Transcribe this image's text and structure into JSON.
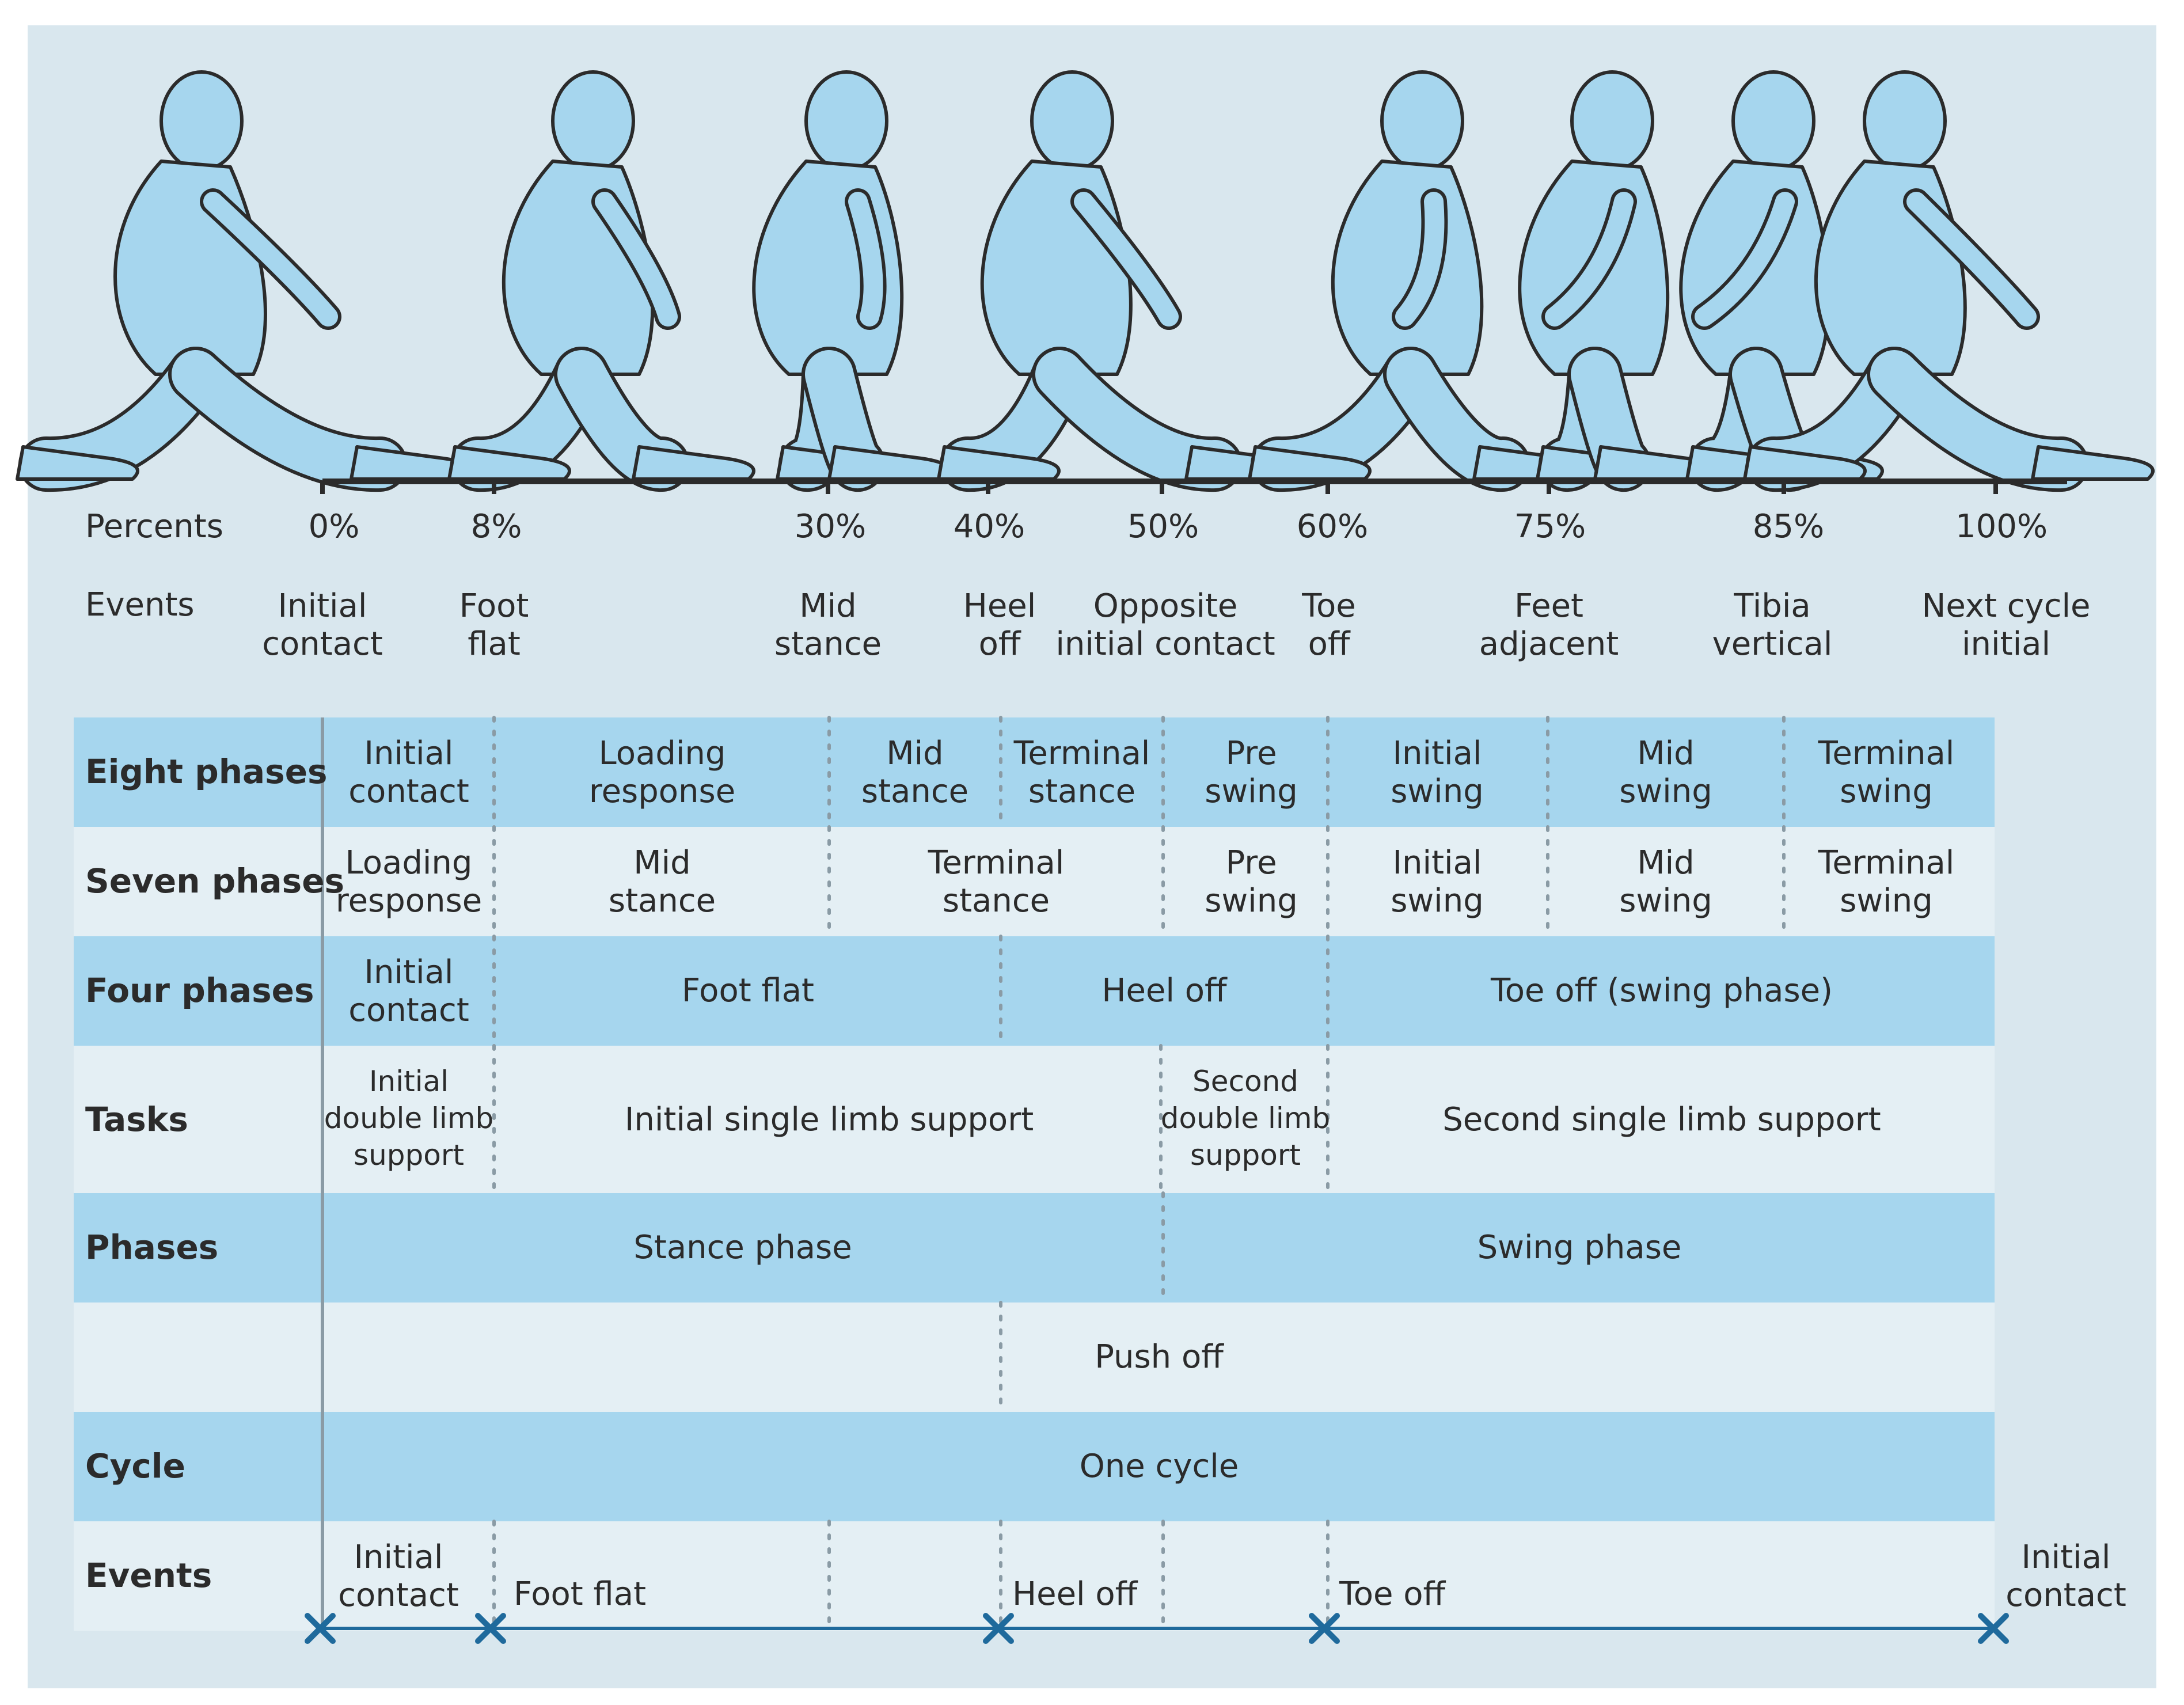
{
  "colors": {
    "background": "#d9e7ee",
    "row_dark": "#a6d6ee",
    "row_light": "#e4eff4",
    "figure_fill": "#a6d6ee",
    "figure_outline": "#2b2b2b",
    "timeline": "#1f6a9c"
  },
  "top": {
    "percents_label": "Percents",
    "events_label": "Events",
    "percents": [
      "0%",
      "8%",
      "30%",
      "40%",
      "50%",
      "60%",
      "75%",
      "85%",
      "100%"
    ],
    "events": [
      {
        "l1": "Initial",
        "l2": "contact"
      },
      {
        "l1": "Foot",
        "l2": "flat"
      },
      {
        "l1": "Mid",
        "l2": "stance"
      },
      {
        "l1": "Heel",
        "l2": "off"
      },
      {
        "l1": "Opposite",
        "l2": "initial contact"
      },
      {
        "l1": "Toe",
        "l2": "off"
      },
      {
        "l1": "Feet",
        "l2": "adjacent"
      },
      {
        "l1": "Tibia",
        "l2": "vertical"
      },
      {
        "l1": "Next cycle",
        "l2": "initial"
      }
    ]
  },
  "rows": {
    "eight": {
      "header": "Eight phases",
      "cells": [
        {
          "l1": "Initial",
          "l2": "contact"
        },
        {
          "l1": "Loading",
          "l2": "response"
        },
        {
          "l1": "Mid",
          "l2": "stance"
        },
        {
          "l1": "Terminal",
          "l2": "stance"
        },
        {
          "l1": "Pre",
          "l2": "swing"
        },
        {
          "l1": "Initial",
          "l2": "swing"
        },
        {
          "l1": "Mid",
          "l2": "swing"
        },
        {
          "l1": "Terminal",
          "l2": "swing"
        }
      ]
    },
    "seven": {
      "header": "Seven phases",
      "cells": [
        {
          "l1": "Loading",
          "l2": "response"
        },
        {
          "l1": "Mid",
          "l2": "stance"
        },
        {
          "l1": "Terminal",
          "l2": "stance"
        },
        {
          "l1": "Pre",
          "l2": "swing"
        },
        {
          "l1": "Initial",
          "l2": "swing"
        },
        {
          "l1": "Mid",
          "l2": "swing"
        },
        {
          "l1": "Terminal",
          "l2": "swing"
        }
      ]
    },
    "four": {
      "header": "Four phases",
      "cells": [
        {
          "l1": "Initial",
          "l2": "contact"
        },
        {
          "l1": "Foot flat",
          "l2": ""
        },
        {
          "l1": "Heel off",
          "l2": ""
        },
        {
          "l1": "Toe off (swing phase)",
          "l2": ""
        }
      ]
    },
    "tasks": {
      "header": "Tasks",
      "initial_double": {
        "l1": "Initial",
        "l2": "double limb",
        "l3": "support"
      },
      "initial_single": "Initial single limb support",
      "second_double": {
        "l1": "Second",
        "l2": "double limb",
        "l3": "support"
      },
      "second_single": "Second single limb support"
    },
    "phases": {
      "header": "Phases",
      "stance": "Stance phase",
      "swing": "Swing phase"
    },
    "push": {
      "header": "",
      "text": "Push off"
    },
    "cycle": {
      "header": "Cycle",
      "text": "One cycle"
    },
    "events": {
      "header": "Events",
      "initial_contact": {
        "l1": "Initial",
        "l2": "contact"
      },
      "foot_flat": "Foot flat",
      "heel_off": "Heel off",
      "toe_off": "Toe off",
      "end_contact": {
        "l1": "Initial",
        "l2": "contact"
      }
    }
  }
}
